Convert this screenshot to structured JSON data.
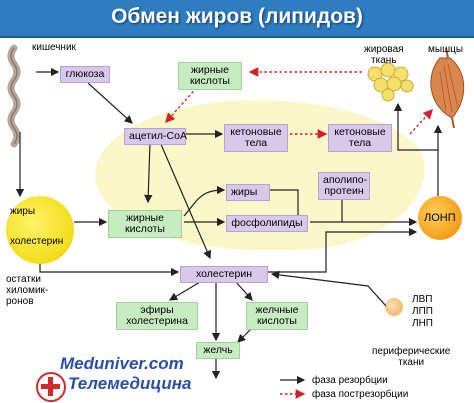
{
  "title": "Обмен жиров (липидов)",
  "labels": {
    "intestine": "кишечник",
    "glucose": "глюкоза",
    "fatty_acids_top": "жирные\nкислоты",
    "adipose": "жировая\nткань",
    "muscles": "мышцы",
    "acetyl_coa": "ацетил-CoA",
    "ketone_1": "кетоновые\nтела",
    "ketone_2": "кетоновые\nтела",
    "fats_right": "жиры",
    "apoprotein": "аполипо-\nпротеин",
    "fats_circle": "жиры",
    "cholesterol_circle": "холестерин",
    "fatty_acids_mid": "жирные\nкислоты",
    "phospholipids": "фосфолипиды",
    "vldl": "ЛОНП",
    "remnants": "остатки\nхиломик-\nронов",
    "cholesterol": "холестерин",
    "esters": "эфиры\nхолестерина",
    "bile_acids": "желчные\nкислоты",
    "bile": "желчь",
    "hdl": "ЛВП",
    "ldl": "ЛПП",
    "ldl2": "ЛНП",
    "peripheral": "периферические\nткани",
    "legend_absorption": "фаза резорбции",
    "legend_postabsorption": "фаза пострезорбции",
    "watermark_1": "Meduniver.com",
    "watermark_2": "Телемедицина"
  },
  "colors": {
    "title_bg": "#2f7cc0",
    "green_box": "#c8ecc2",
    "purple_box": "#d8c9ea",
    "background_blob": "#fbf7c8",
    "solid_arrow": "#222222",
    "dotted_arrow": "#d0202a",
    "circle_yellow": "#f6e52a",
    "peripheral_circle": "#f4c78a"
  }
}
